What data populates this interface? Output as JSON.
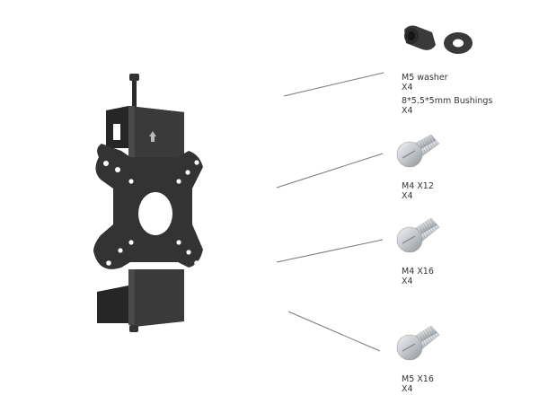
{
  "parts": [
    {
      "id": "washer-bushing-top",
      "name": "M5 washer",
      "qty": "X4"
    },
    {
      "id": "bushings",
      "name": "8*5.5*5mm Bushings",
      "qty": "X4"
    },
    {
      "id": "m4x12",
      "name": "M4 X12",
      "qty": "X4"
    },
    {
      "id": "m4x16",
      "name": "M4 X16",
      "qty": "X4"
    },
    {
      "id": "m5x16",
      "name": "M5 X16",
      "qty": "X4"
    }
  ],
  "colors": {
    "bracket": "#2f2f2f",
    "bracket_edge": "#1f1f1f",
    "screw": "#c9ccd0",
    "leader_line": "#7a7a7a",
    "text": "#333333"
  }
}
